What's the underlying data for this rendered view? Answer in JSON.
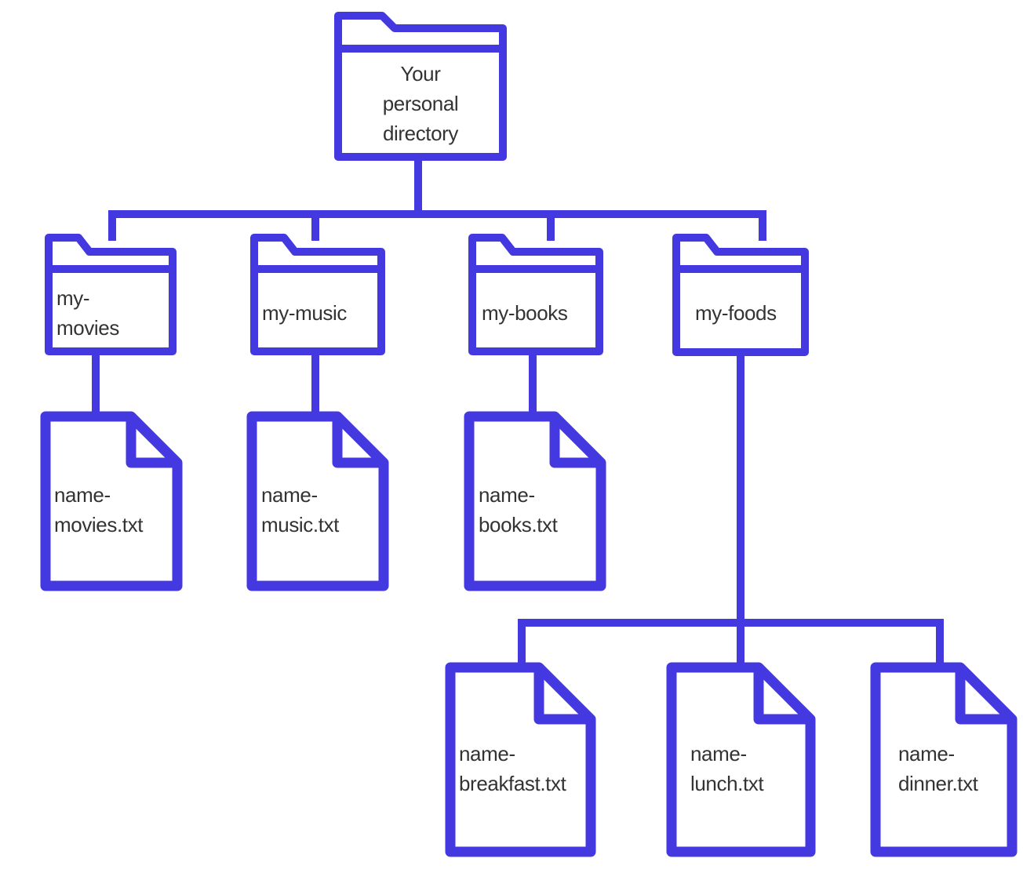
{
  "tree": {
    "colors": {
      "accent": "#4438e0",
      "label": "#333333",
      "background": "#ffffff"
    },
    "root": {
      "id": "personal-directory",
      "type": "folder",
      "label": "Your\npersonal\ndirectory"
    },
    "folders": [
      {
        "id": "my-movies",
        "type": "folder",
        "label": "my-\nmovies",
        "parent": "personal-directory"
      },
      {
        "id": "my-music",
        "type": "folder",
        "label": "my-music",
        "parent": "personal-directory"
      },
      {
        "id": "my-books",
        "type": "folder",
        "label": "my-books",
        "parent": "personal-directory"
      },
      {
        "id": "my-foods",
        "type": "folder",
        "label": "my-foods",
        "parent": "personal-directory"
      }
    ],
    "files": [
      {
        "id": "name-movies.txt",
        "type": "file",
        "label": "name-\nmovies.txt",
        "parent": "my-movies"
      },
      {
        "id": "name-music.txt",
        "type": "file",
        "label": "name-\nmusic.txt",
        "parent": "my-music"
      },
      {
        "id": "name-books.txt",
        "type": "file",
        "label": "name-\nbooks.txt",
        "parent": "my-books"
      },
      {
        "id": "name-breakfast.txt",
        "type": "file",
        "label": "name-\nbreakfast.txt",
        "parent": "my-foods"
      },
      {
        "id": "name-lunch.txt",
        "type": "file",
        "label": "name-\nlunch.txt",
        "parent": "my-foods"
      },
      {
        "id": "name-dinner.txt",
        "type": "file",
        "label": "name-\ndinner.txt",
        "parent": "my-foods"
      }
    ]
  }
}
